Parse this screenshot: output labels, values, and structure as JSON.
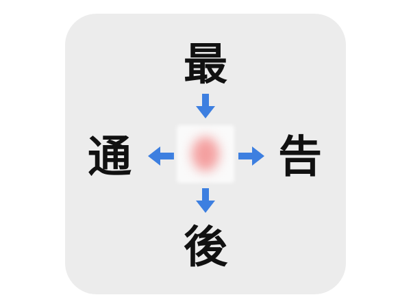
{
  "puzzle": {
    "top": "最",
    "left": "通",
    "right": "告",
    "bottom": "後",
    "arrow_color": "#3d7fe0",
    "answer_hidden": true
  }
}
